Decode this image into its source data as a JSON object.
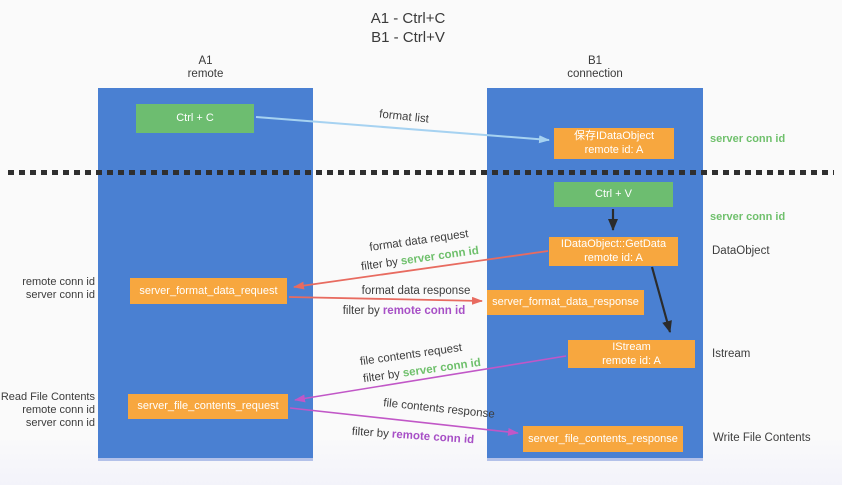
{
  "title": {
    "line1": "A1 - Ctrl+C",
    "line2": "B1 - Ctrl+V"
  },
  "columns": {
    "a1": {
      "id": "A1",
      "name": "remote"
    },
    "b1": {
      "id": "B1",
      "name": "connection"
    }
  },
  "nodes": {
    "ctrl_c": "Ctrl + C",
    "ctrl_v": "Ctrl + V",
    "save_dataobject": {
      "line1": "保存IDataObject",
      "line2": "remote id: A"
    },
    "getdata": {
      "line1": "IDataObject::GetData",
      "line2": "remote id: A"
    },
    "istream": {
      "line1": "IStream",
      "line2": "remote id: A"
    },
    "format_request": "server_format_data_request",
    "format_response": "server_format_data_response",
    "file_request": "server_file_contents_request",
    "file_response": "server_file_contents_response"
  },
  "flow_labels": {
    "format_list": "format list",
    "format_data_request": "format data request",
    "filter_server_1": {
      "prefix": "filter by",
      "value": "server conn id"
    },
    "format_data_response": "format data response",
    "filter_remote_1": {
      "prefix": "filter by",
      "value": "remote conn id"
    },
    "file_contents_request": "file contents request",
    "filter_server_2": {
      "prefix": "filter by",
      "value": "server conn id"
    },
    "file_contents_response": "file contents response",
    "filter_remote_2": {
      "prefix": "filter by",
      "value": "remote conn id"
    }
  },
  "side_labels": {
    "server_conn_top": "server conn id",
    "server_conn_mid": "server conn id",
    "dataobject": "DataObject",
    "istream": "Istream",
    "write_file": "Write File Contents",
    "read_file": "Read File Contents",
    "remote_conn_left_1": "remote conn id",
    "server_conn_left_1": "server conn id",
    "remote_conn_left_2": "remote conn id",
    "server_conn_left_2": "server conn id"
  },
  "accent_colors": {
    "lifeline_blue": "#4a80d2",
    "node_orange": "#f7a73f",
    "node_green": "#6dbd70",
    "server_conn_green": "#6fc06c",
    "remote_conn_purple": "#a74fc6",
    "format_arrow_salmon": "#e86b60",
    "file_arrow_magenta": "#c157c7",
    "format_list_blue": "#a6d2f1"
  }
}
